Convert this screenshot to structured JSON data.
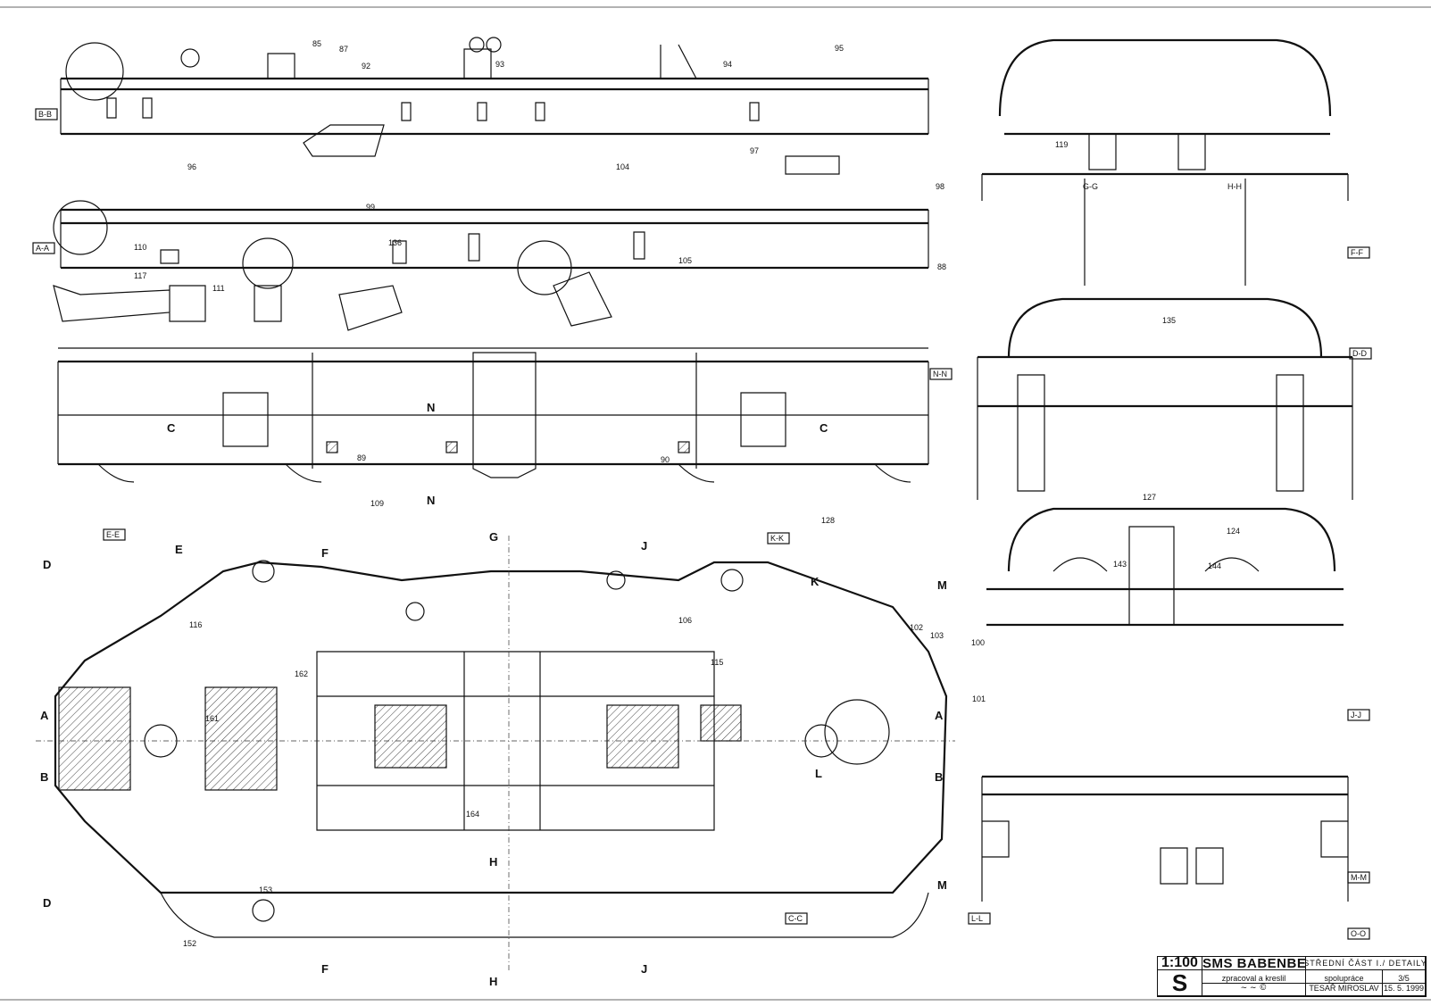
{
  "sections": {
    "bb": "B-B",
    "aa": "A-A",
    "ee": "E-E",
    "kk": "K-K",
    "gg": "G-G",
    "hh": "H-H",
    "ff": "F-F",
    "dd": "D-D",
    "nn": "N-N",
    "jj": "J-J",
    "cc": "C-C",
    "ll": "L-L",
    "mm": "M-M",
    "oo": "O-O"
  },
  "cut_marks": {
    "a": "A",
    "b": "B",
    "c": "C",
    "d": "D",
    "e": "E",
    "f": "F",
    "g": "G",
    "h": "H",
    "j": "J",
    "k": "K",
    "l": "L",
    "m": "M",
    "n": "N"
  },
  "part_numbers": [
    "85",
    "87",
    "92",
    "93",
    "94",
    "95",
    "96",
    "97",
    "98",
    "99",
    "104",
    "105",
    "110",
    "111",
    "117",
    "119",
    "135",
    "136",
    "88",
    "89",
    "90",
    "109",
    "124",
    "127",
    "128",
    "143",
    "144",
    "152",
    "153",
    "161",
    "162",
    "164",
    "100",
    "101",
    "102",
    "103",
    "106",
    "115",
    "116"
  ],
  "title_block": {
    "scale": "1:100",
    "ship_name": "SMS BABENBERG",
    "part": "STŘEDNÍ ČÁST I./ DETAILY",
    "drawn_by_label": "zpracoval a kreslil",
    "collaboration_label": "spolupráce",
    "collaborator": "TESAŘ MIROSLAV",
    "sheet": "3/5",
    "date": "15. 5. 1999",
    "logo": "S"
  }
}
